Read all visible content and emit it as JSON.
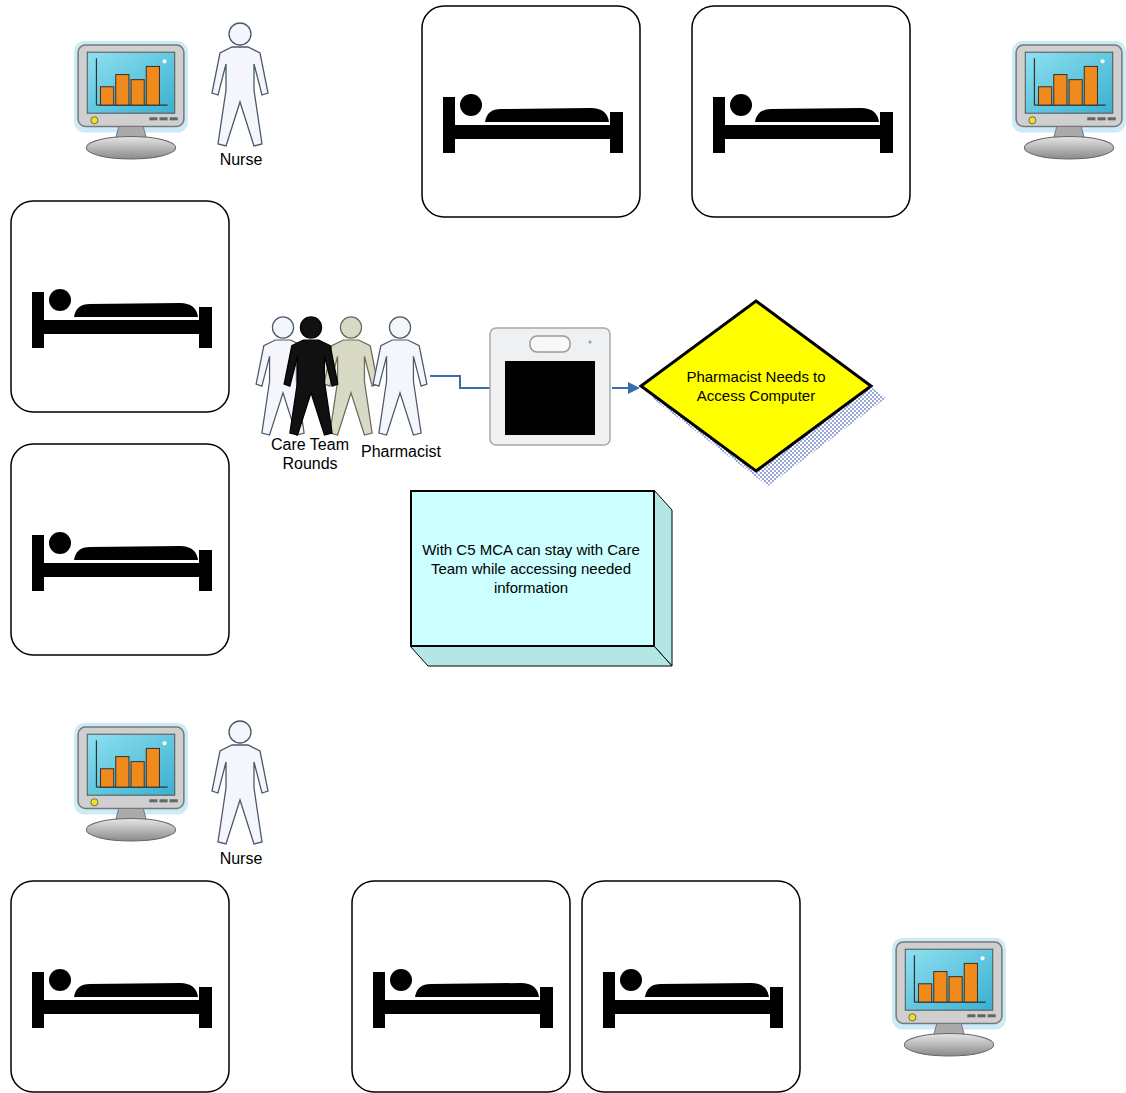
{
  "diagram": {
    "nodes": [
      {
        "text": [
          "Pharmacist Needs to Access Computer"
        ]
      },
      {
        "text": [
          "With C5 MCA can stay with Care Team while accessing needed information"
        ]
      }
    ],
    "labels": [
      "Nurse",
      "Care Team Rounds",
      "Pharmacist",
      "Nurse"
    ]
  }
}
